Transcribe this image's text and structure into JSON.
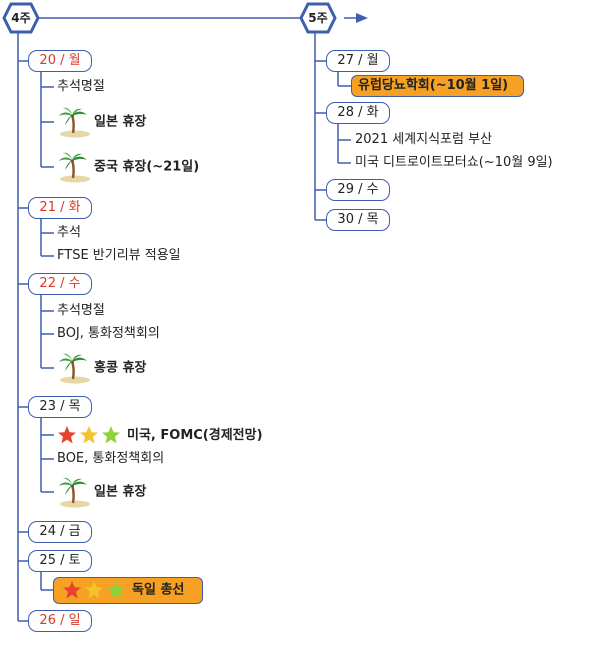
{
  "weeks": {
    "w4": "4주",
    "w5": "5주"
  },
  "days": {
    "d20": "20 / 월",
    "d21": "21 / 화",
    "d22": "22 / 수",
    "d23": "23 / 목",
    "d24": "24 / 금",
    "d25": "25 / 토",
    "d26": "26 / 일",
    "d27": "27 / 월",
    "d28": "28 / 화",
    "d29": "29 / 수",
    "d30": "30 / 목"
  },
  "items": {
    "i20a": "추석명절",
    "i20b": "일본 휴장",
    "i20c": "중국 휴장(~21일)",
    "i21a": "추석",
    "i21b": "FTSE 반기리뷰 적용일",
    "i22a": "추석명절",
    "i22b": "BOJ, 통화정책회의",
    "i22c": "홍콩 휴장",
    "i23a": "미국, FOMC(경제전망)",
    "i23b": "BOE, 통화정책회의",
    "i23c": "일본 휴장",
    "i25a": "독일 총선",
    "i27a": "유럽당뇨학회(~10월 1일)",
    "i28a": "2021 세계지식포럼 부산",
    "i28b": "미국 디트로이트모터쇼(~10월 9일)"
  },
  "colors": {
    "connector": "#3d5fae",
    "weekday_text": "#222222",
    "weekend_text": "#d63a2a",
    "highlight": "#f6a024",
    "star_red": "#e8432f",
    "star_yellow": "#f6c22a",
    "star_green": "#8ed23a"
  },
  "icons": {
    "holiday": "palm-tree-icon",
    "importance": "star-icon"
  }
}
